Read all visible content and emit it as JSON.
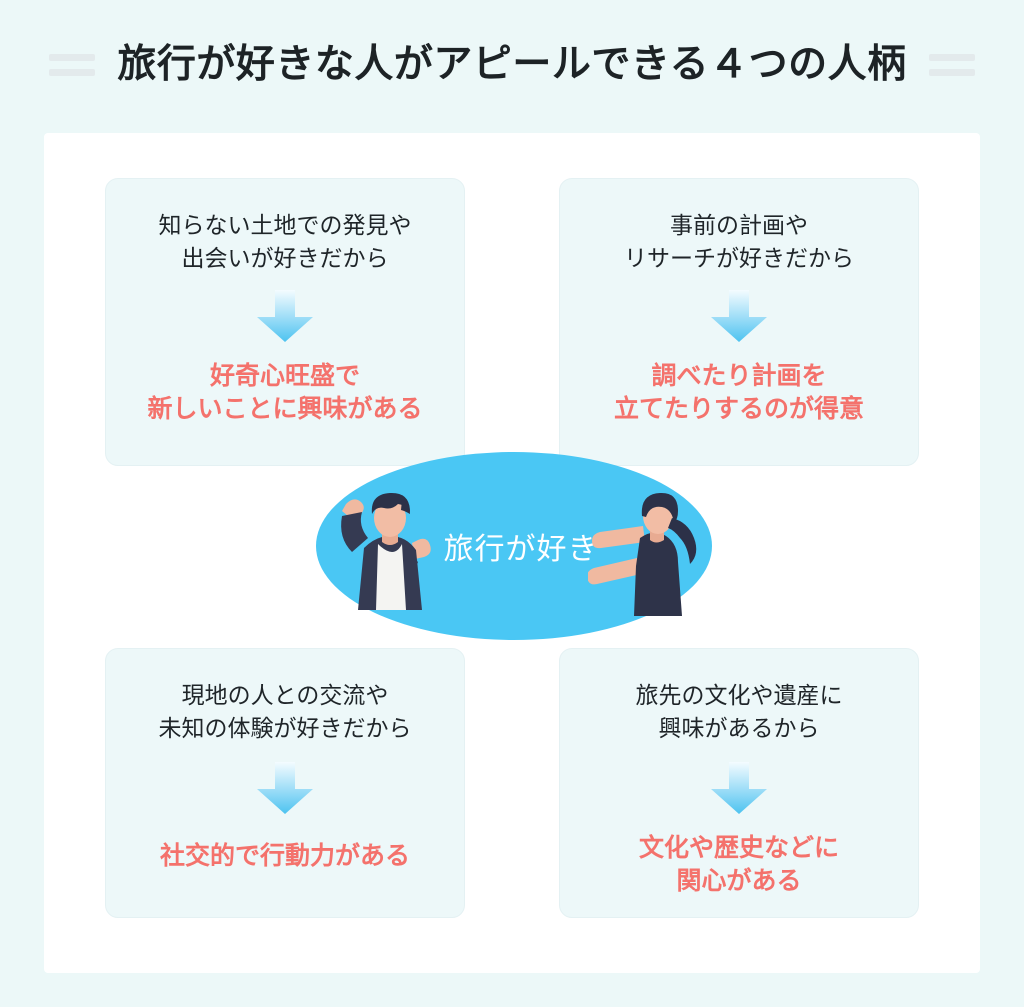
{
  "page": {
    "background_color": "#ecf8f8",
    "panel_color": "#ffffff"
  },
  "header": {
    "title": "旅行が好きな人がアピールできる４つの人柄",
    "decoration_left": "double-dash-rule",
    "decoration_right": "double-dash-rule"
  },
  "center": {
    "label": "旅行が好き",
    "oval_color": "#4ac7f4",
    "label_color": "#ffffff",
    "figure_left": "man-cheering-illustration",
    "figure_right": "woman-pointing-illustration"
  },
  "colors": {
    "card_background": "#edf8f9",
    "card_border": "#e4f1f3",
    "reason_text": "#1f2529",
    "trait_text": "#f4726c",
    "arrow_top": "#f2fbff",
    "arrow_bottom": "#4fc3f0",
    "title_text": "#1d2326",
    "title_deco": "#e3eaec"
  },
  "cards": [
    {
      "id": "top-left",
      "reason": "知らない土地での発見や\n出会いが好きだから",
      "arrow": "down-arrow",
      "trait": "好奇心旺盛で\n新しいことに興味がある"
    },
    {
      "id": "top-right",
      "reason": "事前の計画や\nリサーチが好きだから",
      "arrow": "down-arrow",
      "trait": "調べたり計画を\n立てたりするのが得意"
    },
    {
      "id": "bottom-left",
      "reason": "現地の人との交流や\n未知の体験が好きだから",
      "arrow": "down-arrow",
      "trait": "社交的で行動力がある"
    },
    {
      "id": "bottom-right",
      "reason": "旅先の文化や遺産に\n興味があるから",
      "arrow": "down-arrow",
      "trait": "文化や歴史などに\n関心がある"
    }
  ]
}
